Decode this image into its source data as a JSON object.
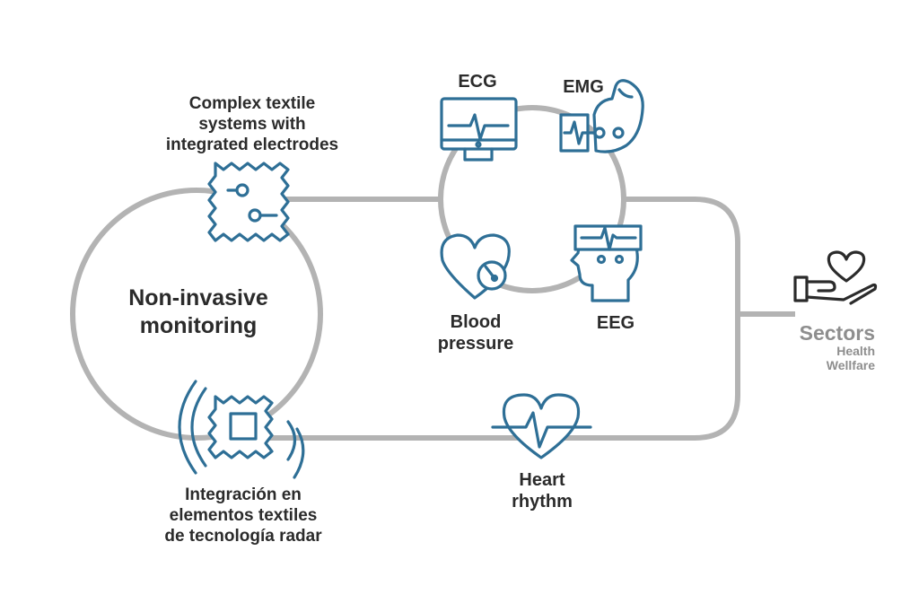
{
  "center": {
    "line1": "Non-invasive",
    "line2": "monitoring"
  },
  "textile": {
    "line1": "Complex textile",
    "line2": "systems with",
    "line3": "integrated electrodes"
  },
  "radar": {
    "line1": "Integración en",
    "line2": "elementos textiles",
    "line3": "de tecnología radar"
  },
  "ecg": {
    "label": "ECG"
  },
  "emg": {
    "label": "EMG"
  },
  "eeg": {
    "label": "EEG"
  },
  "blood_pressure": {
    "line1": "Blood",
    "line2": "pressure"
  },
  "heart_rhythm": {
    "line1": "Heart",
    "line2": "rhythm"
  },
  "sectors": {
    "title": "Sectors",
    "items": [
      "Health",
      "Wellfare"
    ]
  },
  "colors": {
    "icon_blue": "#2e6f96",
    "track_grey": "#b3b3b3",
    "text_dark": "#2b2b2b",
    "text_grey": "#8e8e8e"
  }
}
